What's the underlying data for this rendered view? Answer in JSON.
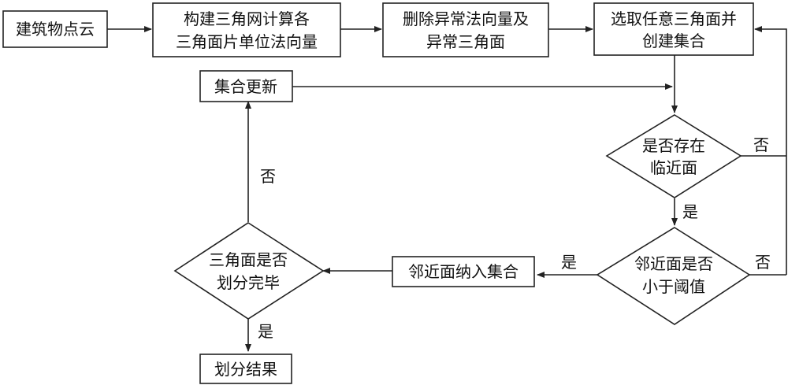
{
  "nodes": {
    "point_cloud": "建筑物点云",
    "build_mesh": [
      "构建三角网计算各",
      "三角面片单位法向量"
    ],
    "remove_abnormal": [
      "删除异常法向量及",
      "异常三角面"
    ],
    "select_face": [
      "选取任意三角面并",
      "创建集合"
    ],
    "set_update": "集合更新",
    "has_neighbor": [
      "是否存在",
      "临近面"
    ],
    "below_threshold": [
      "邻近面是否",
      "小于阈值"
    ],
    "add_to_set": "邻近面纳入集合",
    "all_divided": [
      "三角面是否",
      "划分完毕"
    ],
    "result": "划分结果"
  },
  "edge_labels": {
    "neighbor_no": "否",
    "neighbor_yes": "是",
    "threshold_no": "否",
    "threshold_yes": "是",
    "divided_no": "否",
    "divided_yes": "是"
  }
}
